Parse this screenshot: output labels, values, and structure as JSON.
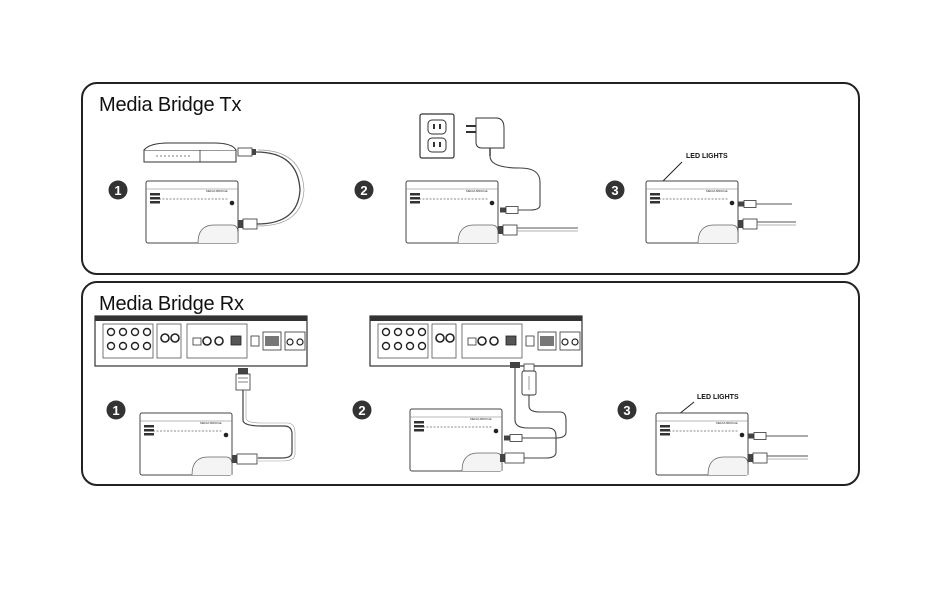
{
  "tx": {
    "title": "Media Bridge Tx",
    "steps": [
      "1",
      "2",
      "3"
    ],
    "led_label": "LED LIGHTS"
  },
  "rx": {
    "title": "Media Bridge Rx",
    "steps": [
      "1",
      "2",
      "3"
    ],
    "led_label": "LED LIGHTS"
  },
  "icons": [
    "router-icon",
    "wall-outlet-icon",
    "power-adapter-icon",
    "media-bridge-device-icon",
    "tv-receiver-back-panel-icon",
    "usb-plug-icon",
    "ethernet-plug-icon",
    "dc-barrel-plug-icon"
  ]
}
